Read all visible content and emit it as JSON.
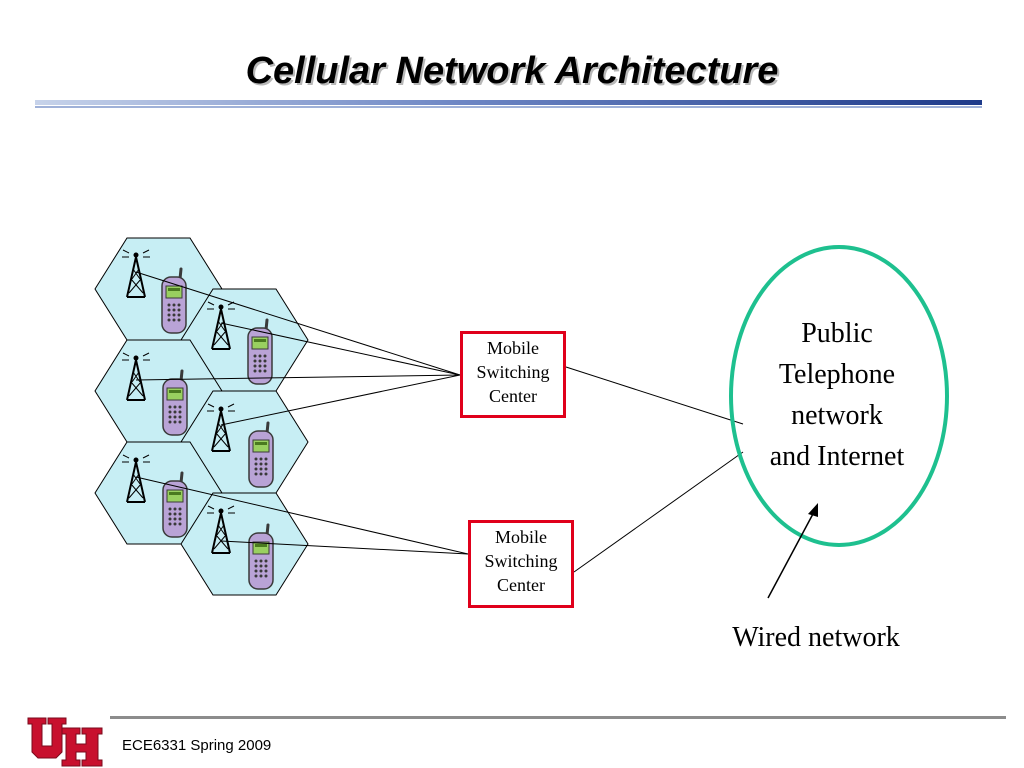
{
  "slide": {
    "title": "Cellular Network Architecture",
    "footer": "ECE6331 Spring 2009"
  },
  "diagram": {
    "cell_count": 6,
    "cells": [
      {
        "id": "cell-1",
        "label": ""
      },
      {
        "id": "cell-2",
        "label": ""
      },
      {
        "id": "cell-3",
        "label": ""
      },
      {
        "id": "cell-4",
        "label": ""
      },
      {
        "id": "cell-5",
        "label": ""
      },
      {
        "id": "cell-6",
        "label": ""
      }
    ],
    "switching_centers": [
      {
        "lines": [
          "Mobile",
          "Switching",
          "Center"
        ]
      },
      {
        "lines": [
          "Mobile",
          "Switching",
          "Center"
        ]
      }
    ],
    "network": {
      "lines": [
        "Public",
        "Telephone",
        "network",
        "and Internet"
      ]
    },
    "annotation": "Wired network",
    "colors": {
      "cell_fill": "#c7eef4",
      "msc_border": "#e0001b",
      "network_border": "#1ec08f",
      "phone_body": "#b9a3d6",
      "phone_screen": "#99d060",
      "logo_red": "#c8102e"
    },
    "icons": [
      "tower-icon",
      "cell-phone-icon",
      "uh-logo-icon"
    ]
  }
}
